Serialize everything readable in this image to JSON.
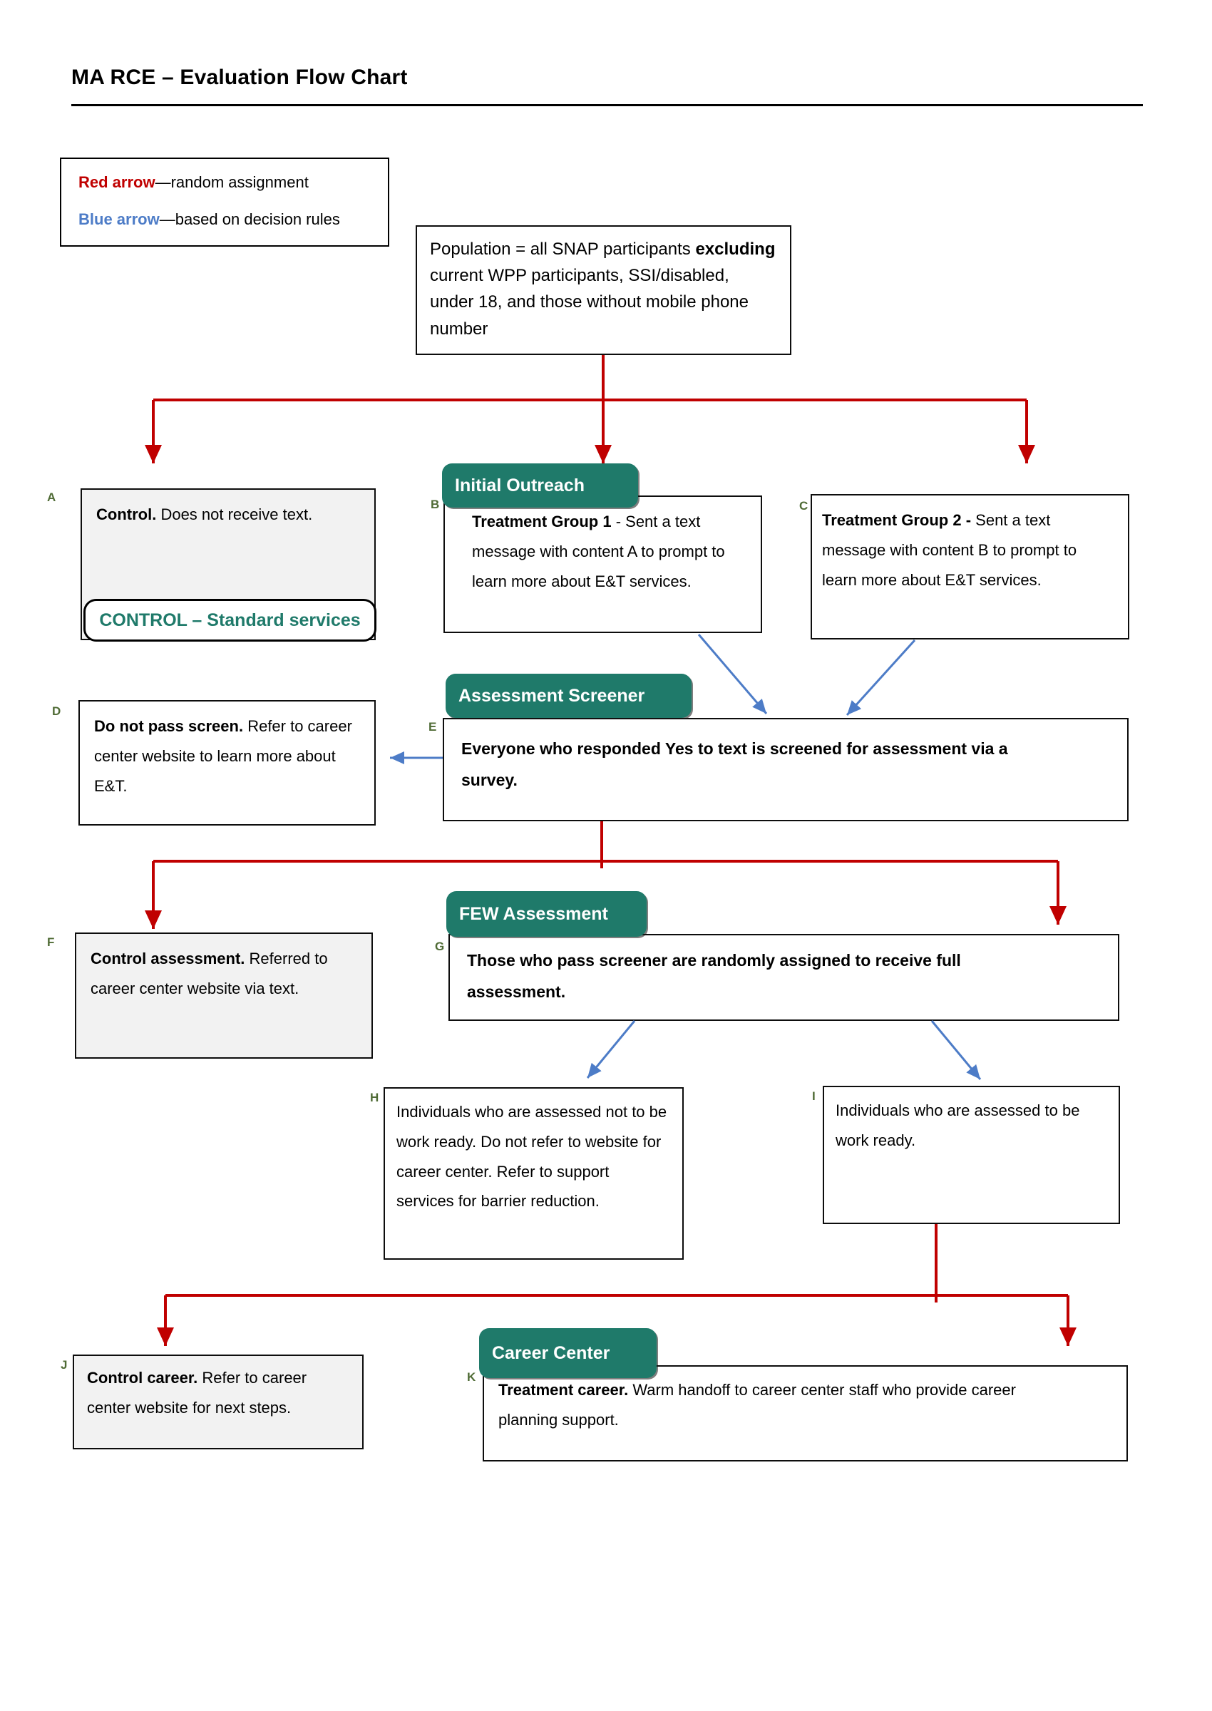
{
  "title": "MA RCE – Evaluation Flow Chart",
  "legend": {
    "red_term": "Red arrow",
    "red_desc": "—random assignment",
    "blue_term": "Blue arrow",
    "blue_desc": "—based on decision rules"
  },
  "population": {
    "pre": "Population = all SNAP participants ",
    "bold": "excluding",
    "post": " current WPP participants, SSI/disabled, under 18, and those without mobile phone number"
  },
  "headers": {
    "initial_outreach": "Initial Outreach",
    "assessment_screener": "Assessment Screener",
    "few_assessment": "FEW Assessment",
    "career_center": "Career Center"
  },
  "boxes": {
    "a": {
      "label": "A",
      "bold": "Control.",
      "text": " Does not receive text.",
      "sub": "CONTROL – Standard services"
    },
    "b": {
      "label": "B",
      "bold": "Treatment Group 1",
      "text": " - Sent a text message with content A to prompt to learn more about E&T services."
    },
    "c": {
      "label": "C",
      "bold": "Treatment Group 2 - ",
      "text": "Sent a text message with content B to prompt to learn more about E&T services."
    },
    "d": {
      "label": "D",
      "bold": "Do not pass screen.",
      "text": " Refer to career center website to learn more about E&T."
    },
    "e": {
      "label": "E",
      "bold": "Everyone who responded Yes to text is screened for assessment via a survey.",
      "text": ""
    },
    "f": {
      "label": "F",
      "bold": "Control assessment.",
      "text": " Referred to career center website via text."
    },
    "g": {
      "label": "G",
      "bold": "Those who pass screener are randomly assigned to receive full assessment.",
      "text": ""
    },
    "h": {
      "label": "H",
      "bold": "",
      "text": "Individuals who are assessed not to be work ready. Do not refer to website for career center. Refer to support services for barrier reduction."
    },
    "i": {
      "label": "I",
      "bold": "",
      "text": "Individuals who are assessed to be work ready."
    },
    "j": {
      "label": "J",
      "bold": "Control career.",
      "text": " Refer to career center website for next steps."
    },
    "k": {
      "label": "K",
      "bold": "Treatment career.",
      "text": " Warm handoff to career center staff who provide career planning support."
    }
  },
  "colors": {
    "red": "#c00000",
    "blue": "#4d7cc7",
    "teal": "#1f7a6a",
    "label_green": "#4f6b35",
    "box_gray": "#f2f2f2"
  }
}
